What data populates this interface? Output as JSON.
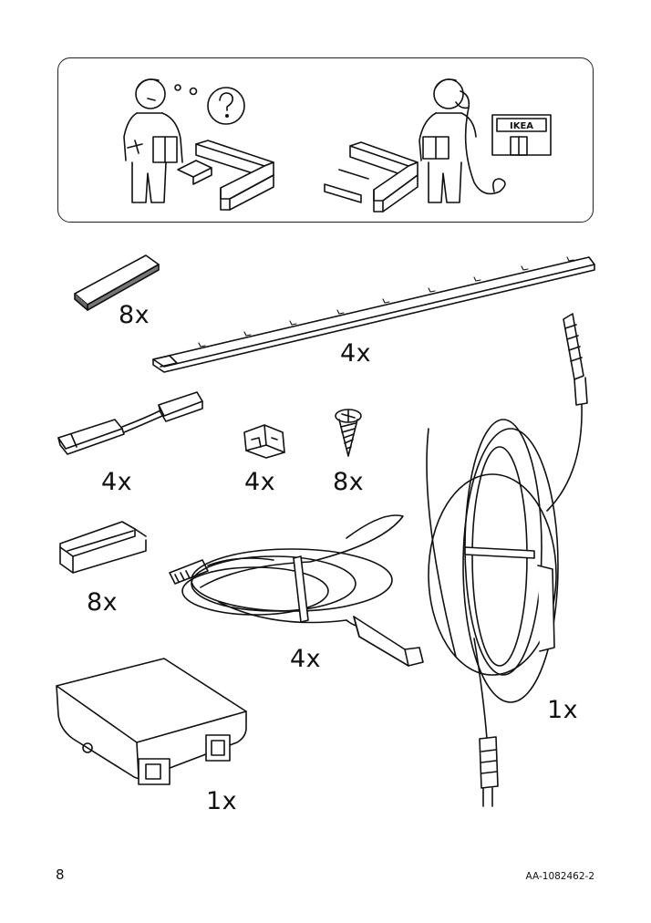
{
  "header_panel": {
    "brand_sign": "IKEA"
  },
  "parts": [
    {
      "name": "adhesive-pad",
      "quantity": "8x"
    },
    {
      "name": "led-strip",
      "quantity": "4x"
    },
    {
      "name": "connector-cable",
      "quantity": "4x"
    },
    {
      "name": "end-clip",
      "quantity": "4x"
    },
    {
      "name": "screw",
      "quantity": "8x"
    },
    {
      "name": "mounting-bracket",
      "quantity": "8x"
    },
    {
      "name": "extension-cord",
      "quantity": "4x"
    },
    {
      "name": "power-supply-cord",
      "quantity": "1x"
    },
    {
      "name": "driver-box",
      "quantity": "1x"
    }
  ],
  "footer": {
    "page_number": "8",
    "document_number": "AA-1082462-2"
  }
}
